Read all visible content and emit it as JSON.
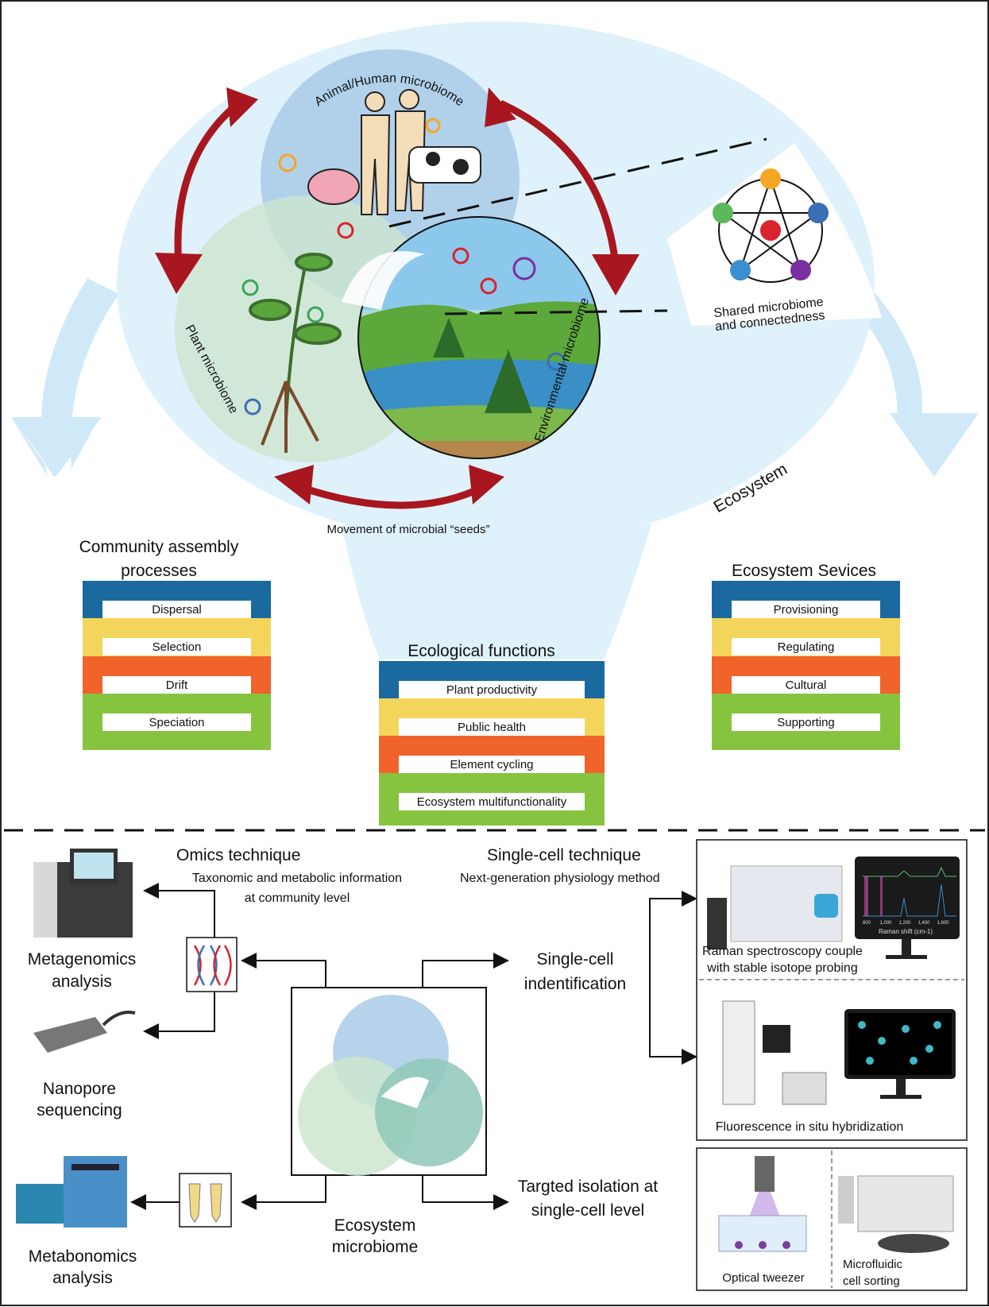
{
  "top": {
    "animal_label": "Animal/Human microbiome",
    "plant_label": "Plant microbiome",
    "environment_label": "Environmental microbiome",
    "shared_label_1": "Shared microbiome",
    "shared_label_2": "and connectedness",
    "movement_label": "Movement of microbial “seeds”",
    "ecosystem_label": "Ecosystem"
  },
  "community_assembly": {
    "title_1": "Community assembly",
    "title_2": "processes",
    "items": [
      "Dispersal",
      "Selection",
      "Drift",
      "Speciation"
    ]
  },
  "ecological_functions": {
    "title": "Ecological functions",
    "items": [
      "Plant productivity",
      "Public health",
      "Element cycling",
      "Ecosystem multifunctionality"
    ]
  },
  "ecosystem_services": {
    "title": "Ecosystem Sevices",
    "items": [
      "Provisioning",
      "Regulating",
      "Cultural",
      "Supporting"
    ]
  },
  "band_colors": [
    "#1a6aa0",
    "#f3d55b",
    "#f0632a",
    "#86c440"
  ],
  "bottom": {
    "omics_title": "Omics technique",
    "omics_sub_1": "Taxonomic and metabolic information",
    "omics_sub_2": "at community level",
    "singlecell_title": "Single-cell technique",
    "singlecell_sub": "Next-generation physiology method",
    "metagenomics_1": "Metagenomics",
    "metagenomics_2": "analysis",
    "nanopore_1": "Nanopore",
    "nanopore_2": "sequencing",
    "metabonomics_1": "Metabonomics",
    "metabonomics_2": "analysis",
    "identification_1": "Single-cell",
    "identification_2": "indentification",
    "isolation_1": "Targted isolation at",
    "isolation_2": "single-cell level",
    "center_1": "Ecosystem",
    "center_2": "microbiome",
    "raman_1": "Raman spectroscopy couple",
    "raman_2": "with stable isotope probing",
    "raman_axis_label": "Raman shift (cm-1)",
    "raman_ticks": [
      "800",
      "1,000",
      "1,200",
      "1,400",
      "1,600"
    ],
    "fish_label": "Fluorescence in situ hybridization",
    "tweezer_label": "Optical tweezer",
    "microfluidic_1": "Microfluidic",
    "microfluidic_2": "cell sorting"
  },
  "colors": {
    "ecosystem_blue": "#dff1fb",
    "arrow_red": "#a8171f",
    "animal_circle": "#a9cbe8",
    "plant_circle": "#cde6cf",
    "env_circle": "#a6d8d6"
  }
}
